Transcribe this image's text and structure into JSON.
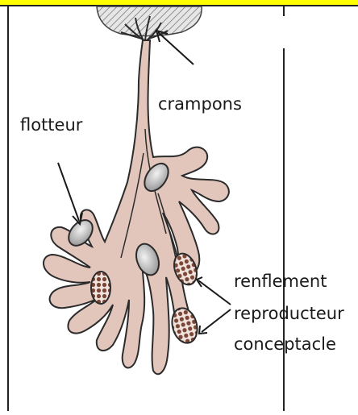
{
  "diagram": {
    "labels": {
      "holdfast": "crampons",
      "float": "flotteur",
      "receptacle_line1": "renflement",
      "receptacle_line2": "reproducteur",
      "receptacle_line3": "conceptacle"
    },
    "colors": {
      "thallus_fill": "#e2c6bc",
      "outline": "#2b2b2b",
      "float_fill": "#b8b8b8",
      "receptacle_fill": "#8a5a4a",
      "header_bar": "#ffff00",
      "rock_fill": "#d9d9d9"
    }
  }
}
